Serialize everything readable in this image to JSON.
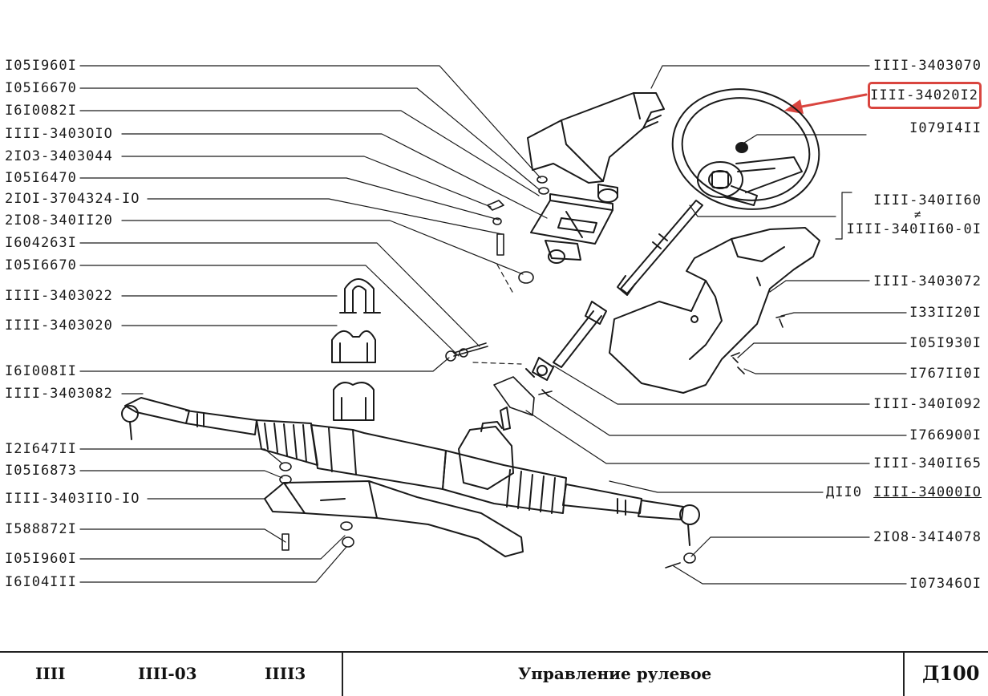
{
  "labels_left": [
    "I05I960I",
    "I05I6670",
    "I6I0082I",
    "IIII-3403OIO",
    "2IO3-3403044",
    "I05I6470",
    "2IOI-3704324-IO",
    "2IO8-340II20",
    "I604263I",
    "I05I6670",
    "IIII-3403022",
    "IIII-3403020",
    "I6I008II",
    "IIII-3403082",
    "I2I647II",
    "I05I6873",
    "IIII-3403IIO-IO",
    "I588872I",
    "I05I960I",
    "I6I04III"
  ],
  "labels_right": [
    "IIII-3403070",
    "IIII-34020I2",
    "I079I4II",
    "IIII-340II60",
    "IIII-340II60-0I",
    "IIII-3403072",
    "I33II20I",
    "I05I930I",
    "I767II0I",
    "IIII-340I092",
    "I766900I",
    "IIII-340II65",
    "2IO8-34I4078",
    "I07346OI"
  ],
  "assembly_label": {
    "prefix": "ДII0",
    "number": "IIII-34000IO"
  },
  "alt_mark": "≠",
  "highlight_color": "#d9453f",
  "footer": {
    "models": [
      "IIII",
      "IIII-03",
      "IIII3"
    ],
    "title": "Управление рулевое",
    "page_code": "Д100"
  }
}
